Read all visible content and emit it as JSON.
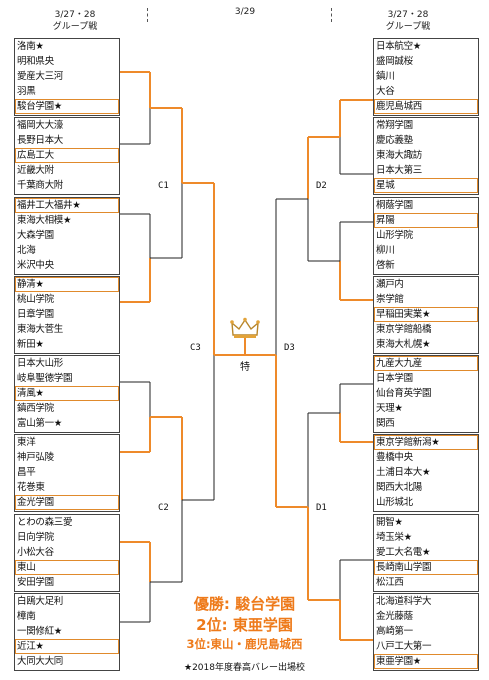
{
  "header": {
    "left_date": "3/27・28",
    "left_sub": "グループ戦",
    "center_date": "3/29",
    "right_date": "3/27・28",
    "right_sub": "グループ戦"
  },
  "groups": [
    {
      "side": "left",
      "teams": [
        {
          "name": "洛南★",
          "adv": false
        },
        {
          "name": "明和県央",
          "adv": false
        },
        {
          "name": "愛産大三河",
          "adv": false
        },
        {
          "name": "羽黒",
          "adv": false
        },
        {
          "name": "駿台学園★",
          "adv": true
        }
      ]
    },
    {
      "side": "left",
      "teams": [
        {
          "name": "福岡大大濠",
          "adv": false
        },
        {
          "name": "長野日本大",
          "adv": false
        },
        {
          "name": "広島工大",
          "adv": true
        },
        {
          "name": "近畿大附",
          "adv": false
        },
        {
          "name": "千葉商大附",
          "adv": false
        }
      ]
    },
    {
      "side": "left",
      "teams": [
        {
          "name": "福井工大福井★",
          "adv": true
        },
        {
          "name": "東海大相模★",
          "adv": false
        },
        {
          "name": "大森学園",
          "adv": false
        },
        {
          "name": "北海",
          "adv": false
        },
        {
          "name": "米沢中央",
          "adv": false
        }
      ]
    },
    {
      "side": "left",
      "teams": [
        {
          "name": "静清★",
          "adv": true
        },
        {
          "name": "桃山学院",
          "adv": false
        },
        {
          "name": "日章学園",
          "adv": false
        },
        {
          "name": "東海大菅生",
          "adv": false
        },
        {
          "name": "新田★",
          "adv": false
        }
      ]
    },
    {
      "side": "left",
      "teams": [
        {
          "name": "日本大山形",
          "adv": false
        },
        {
          "name": "岐阜聖徳学園",
          "adv": false
        },
        {
          "name": "清風★",
          "adv": true
        },
        {
          "name": "鎮西学院",
          "adv": false
        },
        {
          "name": "富山第一★",
          "adv": false
        }
      ]
    },
    {
      "side": "left",
      "teams": [
        {
          "name": "東洋",
          "adv": false
        },
        {
          "name": "神戸弘陵",
          "adv": false
        },
        {
          "name": "昌平",
          "adv": false
        },
        {
          "name": "花巻東",
          "adv": false
        },
        {
          "name": "金光学園",
          "adv": true
        }
      ]
    },
    {
      "side": "left",
      "teams": [
        {
          "name": "とわの森三愛",
          "adv": false
        },
        {
          "name": "日向学院",
          "adv": false
        },
        {
          "name": "小松大谷",
          "adv": false
        },
        {
          "name": "東山",
          "adv": true
        },
        {
          "name": "安田学園",
          "adv": false
        }
      ]
    },
    {
      "side": "left",
      "teams": [
        {
          "name": "白鴎大足利",
          "adv": false
        },
        {
          "name": "樟南",
          "adv": false
        },
        {
          "name": "一関修紅★",
          "adv": false
        },
        {
          "name": "近江★",
          "adv": true
        },
        {
          "name": "大同大大同",
          "adv": false
        }
      ]
    },
    {
      "side": "right",
      "teams": [
        {
          "name": "日本航空★",
          "adv": false
        },
        {
          "name": "盛岡誠桜",
          "adv": false
        },
        {
          "name": "鎮川",
          "adv": false
        },
        {
          "name": "大谷",
          "adv": false
        },
        {
          "name": "鹿児島城西",
          "adv": true
        }
      ]
    },
    {
      "side": "right",
      "teams": [
        {
          "name": "常翔学園",
          "adv": false
        },
        {
          "name": "慶応義塾",
          "adv": false
        },
        {
          "name": "東海大諏訪",
          "adv": false
        },
        {
          "name": "日本大第三",
          "adv": false
        },
        {
          "name": "星城",
          "adv": true
        }
      ]
    },
    {
      "side": "right",
      "teams": [
        {
          "name": "桐蔭学園",
          "adv": false
        },
        {
          "name": "昇陽",
          "adv": true
        },
        {
          "name": "山形学院",
          "adv": false
        },
        {
          "name": "柳川",
          "adv": false
        },
        {
          "name": "啓新",
          "adv": false
        }
      ]
    },
    {
      "side": "right",
      "teams": [
        {
          "name": "瀬戸内",
          "adv": false
        },
        {
          "name": "崇学館",
          "adv": false
        },
        {
          "name": "早稲田実業★",
          "adv": true
        },
        {
          "name": "東京学館船橋",
          "adv": false
        },
        {
          "name": "東海大札幌★",
          "adv": false
        }
      ]
    },
    {
      "side": "right",
      "teams": [
        {
          "name": "九産大九産",
          "adv": true
        },
        {
          "name": "日本学園",
          "adv": false
        },
        {
          "name": "仙台育英学園",
          "adv": false
        },
        {
          "name": "天理★",
          "adv": false
        },
        {
          "name": "関西",
          "adv": false
        }
      ]
    },
    {
      "side": "right",
      "teams": [
        {
          "name": "東京学館新潟★",
          "adv": true
        },
        {
          "name": "豊橋中央",
          "adv": false
        },
        {
          "name": "土浦日本大★",
          "adv": false
        },
        {
          "name": "関西大北陽",
          "adv": false
        },
        {
          "name": "山形城北",
          "adv": false
        }
      ]
    },
    {
      "side": "right",
      "teams": [
        {
          "name": "開智★",
          "adv": false
        },
        {
          "name": "埼玉栄★",
          "adv": false
        },
        {
          "name": "愛工大名電★",
          "adv": false
        },
        {
          "name": "長崎南山学園",
          "adv": true
        },
        {
          "name": "松江西",
          "adv": false
        }
      ]
    },
    {
      "side": "right",
      "teams": [
        {
          "name": "北海道科学大",
          "adv": false
        },
        {
          "name": "金光藤蔭",
          "adv": false
        },
        {
          "name": "高崎第一",
          "adv": false
        },
        {
          "name": "八戸工大第一",
          "adv": false
        },
        {
          "name": "東亜学園★",
          "adv": true
        }
      ]
    }
  ],
  "rounds": {
    "c1": "C1",
    "c2": "C2",
    "c3": "C3",
    "d1": "D1",
    "d2": "D2",
    "d3": "D3",
    "final": "特"
  },
  "results": {
    "champion": "優勝: 駿台学園",
    "runner_up": "2位: 東亜学園",
    "third": "3位:東山・鹿児島城西",
    "note": "★2018年度春高バレー出場校"
  },
  "colors": {
    "win_line": "#ee8a2a",
    "line": "#222222",
    "crown": "#e2a33a"
  }
}
